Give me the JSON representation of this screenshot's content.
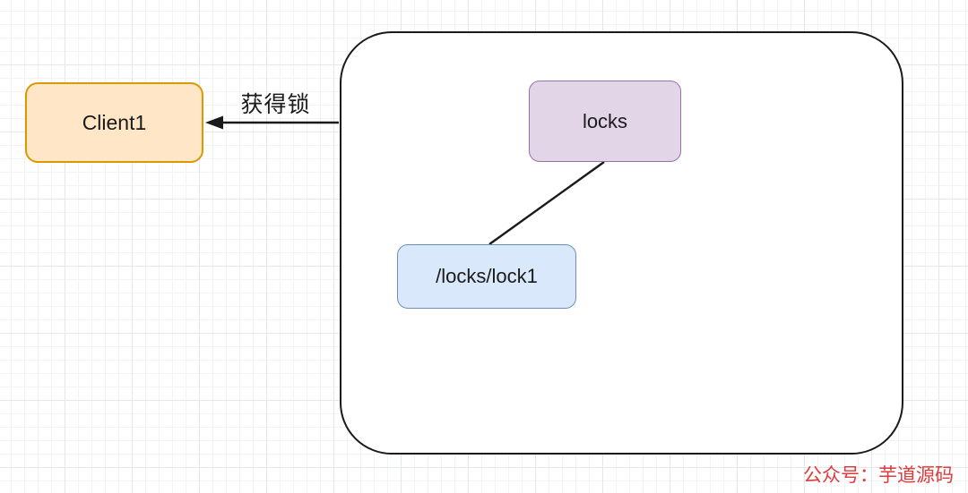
{
  "diagram": {
    "nodes": {
      "client1": {
        "label": "Client1"
      },
      "locks": {
        "label": "locks"
      },
      "lock1": {
        "label": "/locks/lock1"
      },
      "zookeeper_container": {
        "label": ""
      }
    },
    "edges": {
      "acquire_lock": {
        "label": "获得锁"
      },
      "locks_to_lock1": {
        "label": ""
      }
    },
    "watermark": {
      "text": "公众号：芋道源码"
    }
  },
  "colors": {
    "client1_fill": "#FFE6C7",
    "client1_stroke": "#D79B00",
    "locks_fill": "#E1D5E7",
    "locks_stroke": "#9673A6",
    "lock1_fill": "#DAE8FC",
    "lock1_stroke": "#6C8EBF",
    "container_stroke": "#1a1a1a",
    "edge_stroke": "#1a1a1a",
    "watermark_color": "#E03B3B"
  }
}
